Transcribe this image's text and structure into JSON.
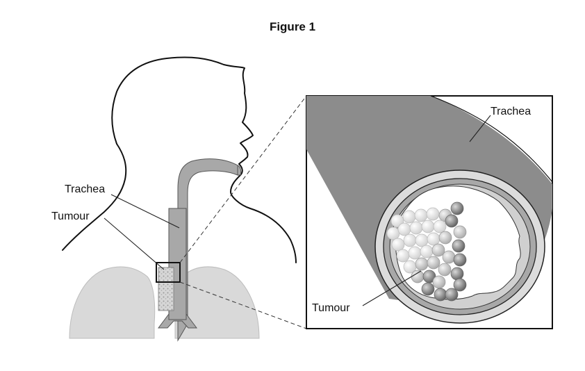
{
  "figure": {
    "title": "Figure 1"
  },
  "left_panel": {
    "labels": {
      "trachea": "Trachea",
      "tumour": "Tumour"
    }
  },
  "inset_panel": {
    "labels": {
      "trachea": "Trachea",
      "tumour": "Tumour"
    }
  },
  "colors": {
    "outline": "#111111",
    "trachea_wall": "#a8a8a8",
    "lung_fill": "#d9d9d9",
    "tube_fill": "#8c8c8c",
    "ring_light": "#dcdcdc",
    "tumour_light_cell": "#eeeeee",
    "tumour_dark_cell": "#777777"
  }
}
